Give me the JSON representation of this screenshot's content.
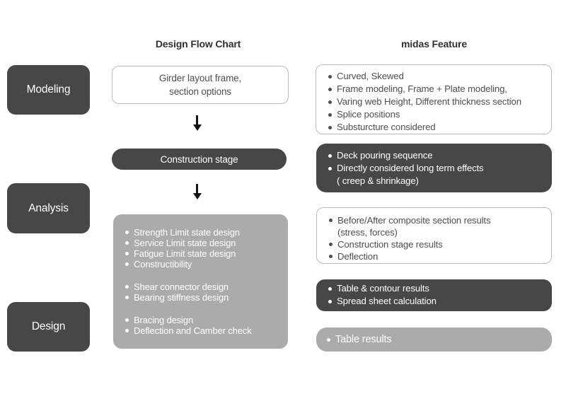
{
  "colors": {
    "dark": "#474747",
    "gray": "#ababab",
    "border": "#bcbcbc",
    "text": "#4f4f4f",
    "heading": "#303030",
    "arrow": "#141414"
  },
  "headers": {
    "flow_chart": "Design Flow Chart",
    "midas_feature": "midas Feature"
  },
  "stages": {
    "modeling": "Modeling",
    "analysis": "Analysis",
    "design": "Design"
  },
  "flow": {
    "girder": {
      "line1": "Girder layout frame,",
      "line2": "section options"
    },
    "construction": "Construction stage",
    "design": {
      "group1": [
        "Strength Limit state design",
        "Service Limit state design",
        "Fatigue Limit state design",
        "Constructibility"
      ],
      "group2": [
        "Shear connector design",
        "Bearing stiffness design"
      ],
      "group3": [
        "Bracing design",
        "Deflection and Camber check"
      ]
    }
  },
  "features": {
    "modeling": [
      "Curved, Skewed",
      "Frame modeling, Frame + Plate modeling,",
      "Varing web Height, Different thickness section",
      "Splice positions",
      "Substurcture considered"
    ],
    "construction": {
      "item1": "Deck pouring sequence",
      "item2": "Directly considered long term effects",
      "item2_cont": "( creep & shrinkage)"
    },
    "results": {
      "item1": "Before/After composite section results",
      "item1_cont": "(stress, forces)",
      "item2": "Construction stage results",
      "item3": "Deflection"
    },
    "tables": [
      "Table & contour results",
      "Spread sheet calculation"
    ],
    "table_results": "Table results"
  }
}
